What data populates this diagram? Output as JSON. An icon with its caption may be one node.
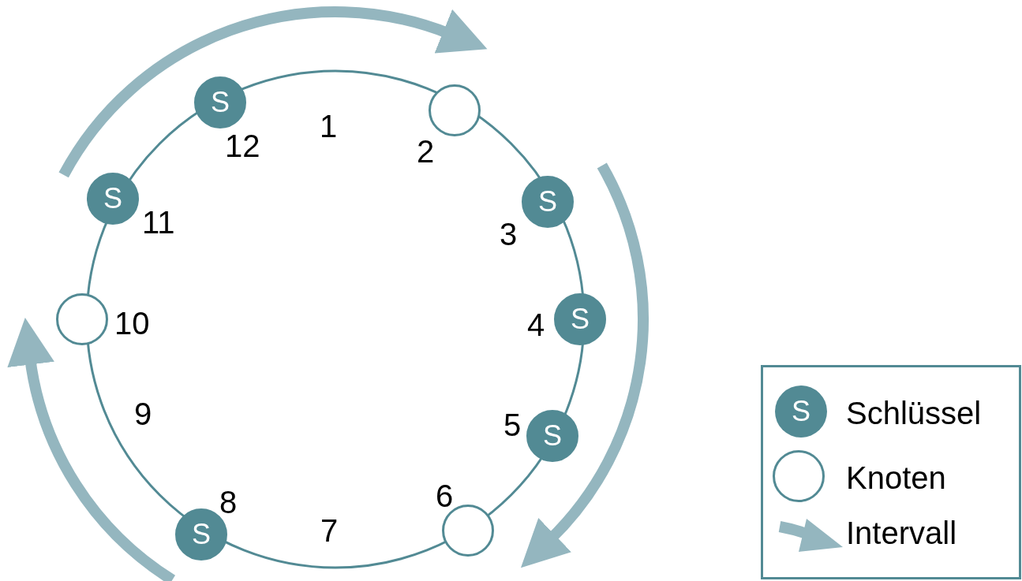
{
  "diagram": {
    "nodes": [
      {
        "text": [
          "S"
        ],
        "beside": [
          "12"
        ]
      },
      {
        "text": [],
        "shape": "circle",
        "beside": [
          "2"
        ]
      },
      {
        "text": [
          "S"
        ],
        "beside": [
          "11"
        ]
      },
      {
        "text": [
          "S"
        ],
        "beside": [
          "3"
        ]
      },
      {
        "text": [],
        "shape": "circle",
        "beside": [
          "10"
        ]
      },
      {
        "text": [
          "S"
        ],
        "beside": [
          "4"
        ]
      },
      {
        "text": [
          "S"
        ],
        "beside": [
          "5"
        ]
      },
      {
        "text": [],
        "shape": "circle",
        "beside": [
          "6"
        ]
      },
      {
        "text": [
          "S"
        ],
        "beside": [
          "8"
        ]
      }
    ],
    "labels": [
      "1",
      "9",
      "7",
      "S"
    ],
    "legend": [
      {
        "text": "Schlüssel"
      },
      {
        "text": "Knoten"
      },
      {
        "text": "Intervall"
      }
    ]
  }
}
